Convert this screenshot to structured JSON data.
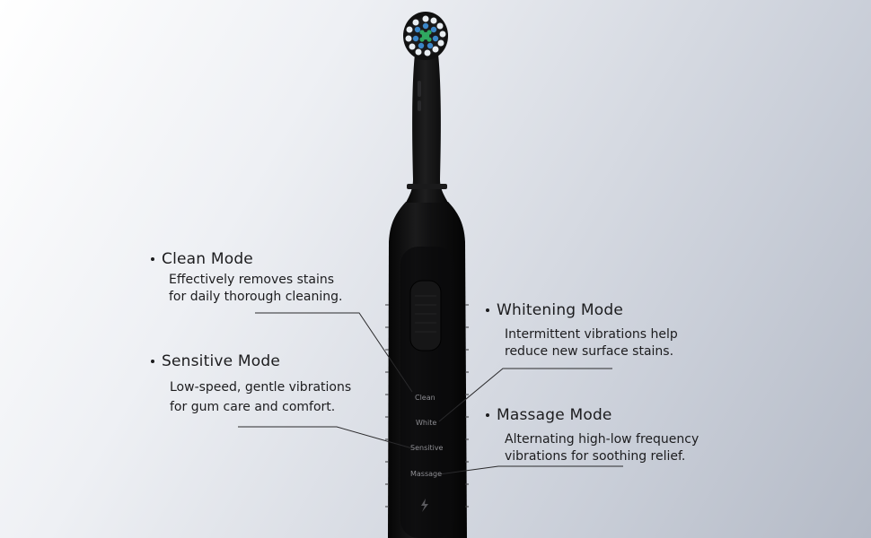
{
  "modes": {
    "clean": {
      "title": "Clean Mode",
      "desc_line1": "Effectively removes stains",
      "desc_line2": "for daily thorough cleaning."
    },
    "sensitive": {
      "title": "Sensitive Mode",
      "desc_line1": "Low-speed, gentle vibrations",
      "desc_line2": "for gum care and comfort."
    },
    "whitening": {
      "title": "Whitening Mode",
      "desc_line1": "Intermittent vibrations help",
      "desc_line2": "reduce new surface stains."
    },
    "massage": {
      "title": "Massage Mode",
      "desc_line1": "Alternating high-low frequency",
      "desc_line2": "vibrations for soothing relief."
    }
  },
  "brush_labels": {
    "clean": "Clean",
    "white": "White",
    "sensitive": "Sensitive",
    "massage": "Massage"
  },
  "colors": {
    "brush_body": "#0e0e0f",
    "bristle_green": "#2fa860",
    "bristle_blue": "#3b86c8",
    "bristle_white": "#e9eef2"
  },
  "icons": {
    "power": "lightning-bolt-icon"
  }
}
